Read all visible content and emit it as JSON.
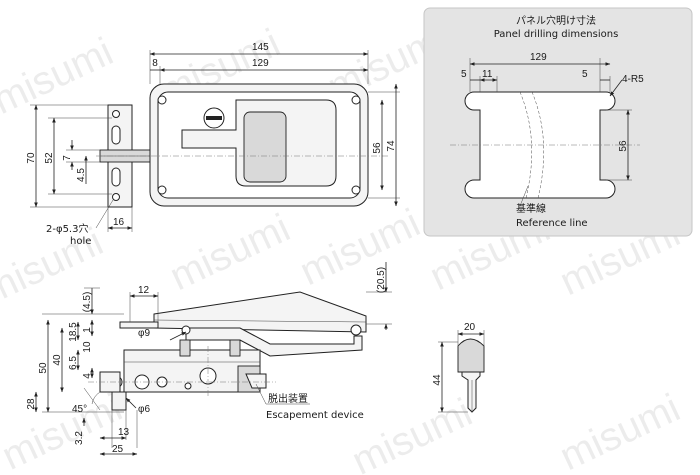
{
  "watermark": "misumi",
  "panel": {
    "title_jp": "パネル穴明け寸法",
    "title_en": "Panel drilling dimensions",
    "reference_jp": "基準線",
    "reference_en": "Reference line",
    "dims": {
      "width": "129",
      "left_offset": "5",
      "left_inner": "11",
      "right_offset": "5",
      "corner": "4-R5",
      "height": "56"
    }
  },
  "top_view": {
    "dims": {
      "overall": "145",
      "offset": "8",
      "body": "129",
      "h70": "70",
      "h52": "52",
      "h7": "7",
      "h4_5": "4.5",
      "h56": "56",
      "h74": "74",
      "hole_spec": "2-φ5.3穴",
      "hole_en": "hole",
      "w16": "16"
    }
  },
  "side_view": {
    "dims": {
      "d4_5": "(4.5)",
      "d12": "12",
      "d20_5": "(20.5)",
      "d1": "1",
      "phi9": "φ9",
      "d18_5": "18.5",
      "d10": "10",
      "d50": "50",
      "d40": "40",
      "d6_5": "6.5",
      "d4": "4",
      "d28": "28",
      "angle": "45°",
      "phi6": "φ6",
      "d13": "13",
      "d3_2": "3.2",
      "d25": "25"
    },
    "escapement_jp": "脱出装置",
    "escapement_en": "Escapement device"
  },
  "key": {
    "width": "20",
    "length": "44"
  }
}
